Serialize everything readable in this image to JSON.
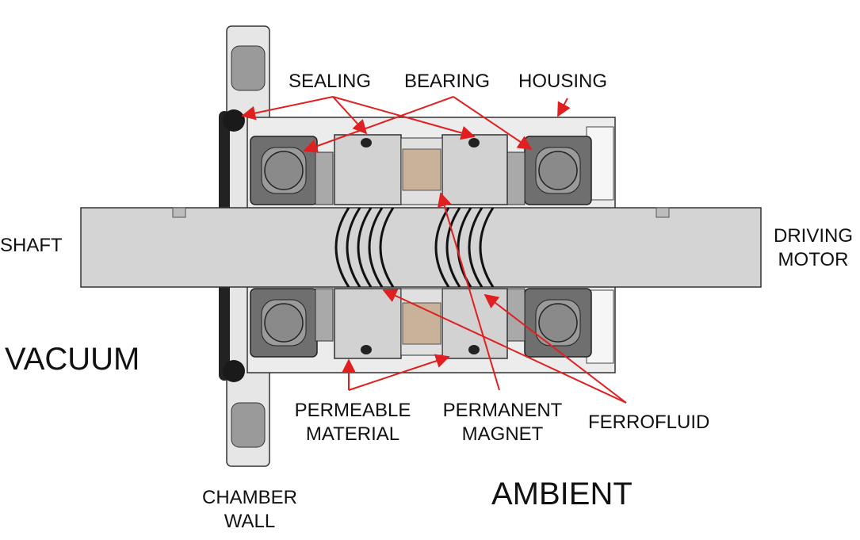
{
  "labels": {
    "sealing": "SEALING",
    "bearing": "BEARING",
    "housing": "HOUSING",
    "shaft": "SHAFT",
    "driving_motor_line1": "DRIVING",
    "driving_motor_line2": "MOTOR",
    "vacuum": "VACUUM",
    "permeable_line1": "PERMEABLE",
    "permeable_line2": "MATERIAL",
    "permanent_line1": "PERMANENT",
    "permanent_line2": "MAGNET",
    "ferrofluid": "FERROFLUID",
    "chamber_line1": "CHAMBER",
    "chamber_line2": "WALL",
    "ambient": "AMBIENT"
  },
  "colors": {
    "arrow": "#e02020",
    "part_light": "#d6d6d6",
    "part_mid": "#b9b9b9",
    "part_dark": "#6f6f6f",
    "magnet": "#c8b39a",
    "outline": "#222222"
  }
}
